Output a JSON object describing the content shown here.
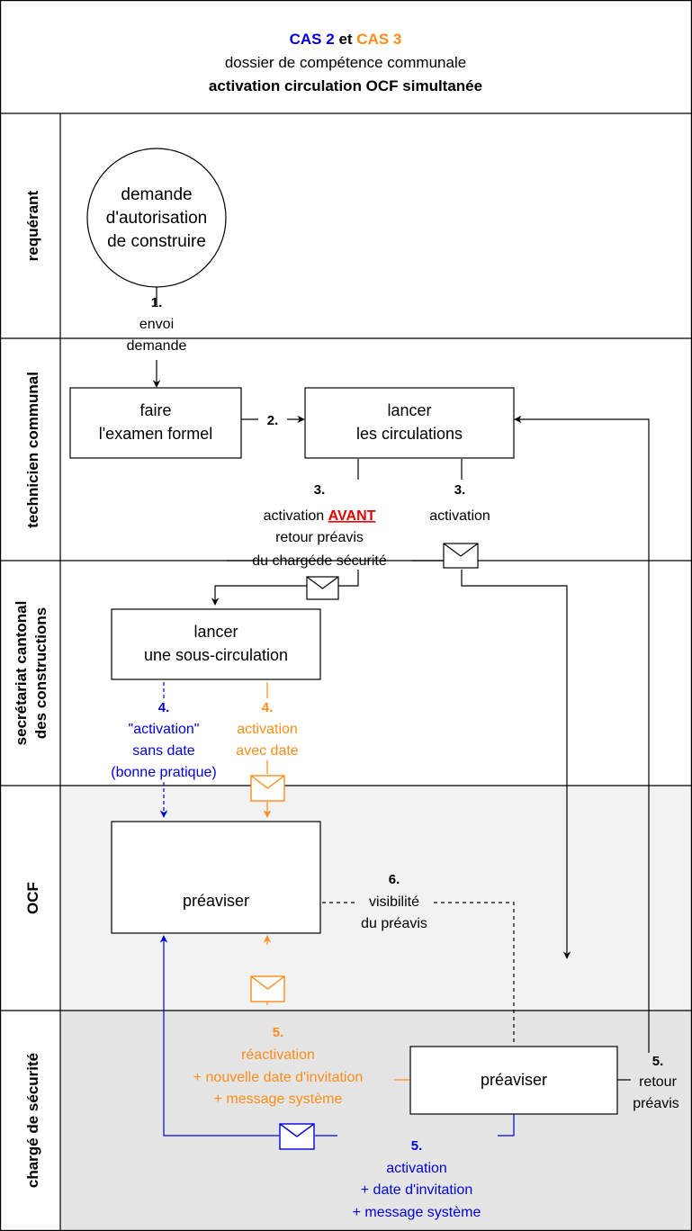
{
  "header": {
    "cas2": "CAS 2",
    "et": "et",
    "cas3": "CAS 3",
    "line2": "dossier de compétence communale",
    "line3": "activation circulation OCF simultanée"
  },
  "lanes": {
    "requerant": "requérant",
    "technicien": "technicien communal",
    "secretariat_1": "secrétariat cantonal",
    "secretariat_2": "des constructions",
    "ocf": "OCF",
    "charge": "chargé de sécurité"
  },
  "nodes": {
    "start": [
      "demande",
      "d'autorisation",
      "de construire"
    ],
    "examen": [
      "faire",
      "l'examen formel"
    ],
    "lancer_circ": [
      "lancer",
      "les circulations"
    ],
    "sous_circ": [
      "lancer",
      "une sous-circulation"
    ],
    "preaviser_ocf": "préaviser",
    "preaviser_cs": "préaviser"
  },
  "labels": {
    "l1_num": "1.",
    "l1_a": "envoi",
    "l1_b": "demande",
    "l2_num": "2.",
    "l3a_num": "3.",
    "l3a_a": "activation",
    "l3a_avant": "AVANT",
    "l3a_b": "retour préavis",
    "l3a_c": "du chargéde sécurité",
    "l3b_num": "3.",
    "l3b_a": "activation",
    "l4b_num": "4.",
    "l4b_a": "\"activation\"",
    "l4b_b": "sans date",
    "l4b_c": "(bonne pratique)",
    "l4o_num": "4.",
    "l4o_a": "activation",
    "l4o_b": "avec date",
    "l6_num": "6.",
    "l6_a": "visibilité",
    "l6_b": "du préavis",
    "l5o_num": "5.",
    "l5o_a": "réactivation",
    "l5o_b": "+ nouvelle date d'invitation",
    "l5o_c": "+ message système",
    "l5r_num": "5.",
    "l5r_a": "retour",
    "l5r_b": "préavis",
    "l5b_num": "5.",
    "l5b_a": "activation",
    "l5b_b": "+ date d'invitation",
    "l5b_c": "+ message système"
  },
  "colors": {
    "blue": "#0000dd",
    "orange": "#ff8c1a",
    "red": "#e60000",
    "ocf_lane_bg": "#f2f2f2",
    "charge_lane_bg": "#e5e5e5"
  }
}
